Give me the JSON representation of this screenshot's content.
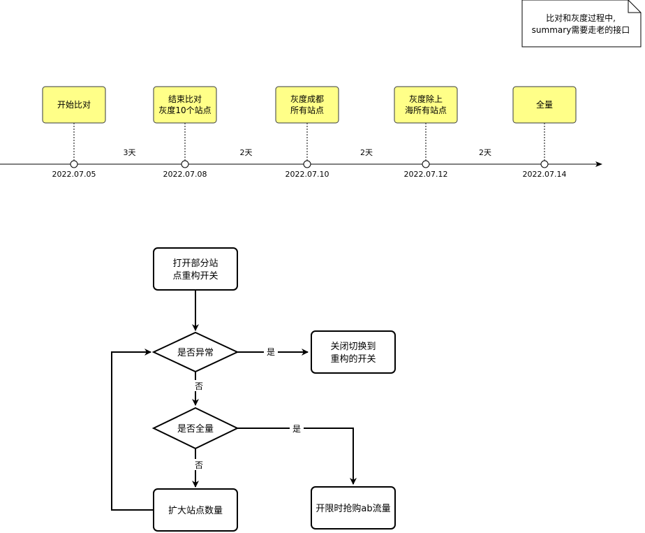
{
  "note": {
    "line1": "比对和灰度过程中,",
    "line2": "summary需要走老的接口"
  },
  "timeline": {
    "milestones": [
      {
        "lines": [
          "开始比对"
        ],
        "date": "2022.07.05"
      },
      {
        "lines": [
          "结束比对",
          "灰度10个站点"
        ],
        "date": "2022.07.08"
      },
      {
        "lines": [
          "灰度成都",
          "所有站点"
        ],
        "date": "2022.07.10"
      },
      {
        "lines": [
          "灰度除上",
          "海所有站点"
        ],
        "date": "2022.07.12"
      },
      {
        "lines": [
          "全量"
        ],
        "date": "2022.07.14"
      }
    ],
    "intervals": [
      "3天",
      "2天",
      "2天",
      "2天"
    ],
    "colors": {
      "box_fill": "#ffff88",
      "box_stroke": "#36393d"
    }
  },
  "flow": {
    "start": {
      "lines": [
        "打开部分站",
        "点重构开关"
      ]
    },
    "decision1": {
      "label": "是否异常"
    },
    "yes1_action": {
      "lines": [
        "关闭切换到",
        "重构的开关"
      ]
    },
    "decision2": {
      "label": "是否全量"
    },
    "yes2_action": {
      "label": "开限时抢购ab流量"
    },
    "expand": {
      "label": "扩大站点数量"
    },
    "edge_labels": {
      "yes1": "是",
      "no1": "否",
      "yes2": "是",
      "no2": "否"
    }
  }
}
